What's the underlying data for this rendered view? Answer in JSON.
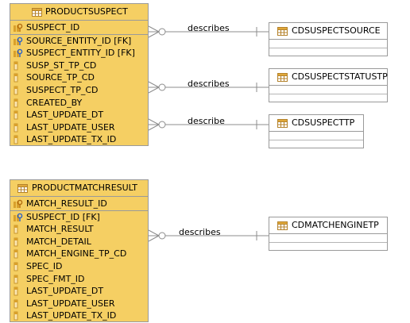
{
  "entities": {
    "productsuspect": {
      "title": "PRODUCTSUSPECT",
      "columns": [
        {
          "name": "SUSPECT_ID",
          "icon": "primary-key-icon"
        },
        {
          "name": "SOURCE_ENTITY_ID [FK]",
          "icon": "foreign-key-icon"
        },
        {
          "name": "SUSPECT_ENTITY_ID [FK]",
          "icon": "foreign-key-icon"
        },
        {
          "name": "SUSP_ST_TP_CD",
          "icon": "column-icon"
        },
        {
          "name": "SOURCE_TP_CD",
          "icon": "column-icon"
        },
        {
          "name": "SUSPECT_TP_CD",
          "icon": "column-icon"
        },
        {
          "name": "CREATED_BY",
          "icon": "column-icon"
        },
        {
          "name": "LAST_UPDATE_DT",
          "icon": "column-icon"
        },
        {
          "name": "LAST_UPDATE_USER",
          "icon": "column-icon"
        },
        {
          "name": "LAST_UPDATE_TX_ID",
          "icon": "column-icon"
        }
      ]
    },
    "productmatchresult": {
      "title": "PRODUCTMATCHRESULT",
      "columns": [
        {
          "name": "MATCH_RESULT_ID",
          "icon": "primary-key-icon"
        },
        {
          "name": "SUSPECT_ID [FK]",
          "icon": "foreign-key-icon"
        },
        {
          "name": "MATCH_RESULT",
          "icon": "column-icon"
        },
        {
          "name": "MATCH_DETAIL",
          "icon": "column-icon"
        },
        {
          "name": "MATCH_ENGINE_TP_CD",
          "icon": "column-icon"
        },
        {
          "name": "SPEC_ID",
          "icon": "column-icon"
        },
        {
          "name": "SPEC_FMT_ID",
          "icon": "column-icon"
        },
        {
          "name": "LAST_UPDATE_DT",
          "icon": "column-icon"
        },
        {
          "name": "LAST_UPDATE_USER",
          "icon": "column-icon"
        },
        {
          "name": "LAST_UPDATE_TX_ID",
          "icon": "column-icon"
        }
      ]
    },
    "cdsuspectsource": {
      "title": "CDSUSPECTSOURCE"
    },
    "cdsuspectstatustp": {
      "title": "CDSUSPECTSTATUSTP"
    },
    "cdsuspecttp": {
      "title": "CDSUSPECTTP"
    },
    "cdmatchenginetp": {
      "title": "CDMATCHENGINETP"
    }
  },
  "relationships": [
    {
      "label": "describes",
      "from": "productsuspect",
      "to": "cdsuspectsource"
    },
    {
      "label": "describes",
      "from": "productsuspect",
      "to": "cdsuspectstatustp"
    },
    {
      "label": "describe",
      "from": "productsuspect",
      "to": "cdsuspecttp"
    },
    {
      "label": "describes",
      "from": "productmatchresult",
      "to": "cdmatchenginetp"
    }
  ],
  "colors": {
    "entity_fill": "#f5cf63",
    "reference_fill": "#ffffff",
    "border": "#9a9a9a",
    "line": "#8c8c8c"
  }
}
